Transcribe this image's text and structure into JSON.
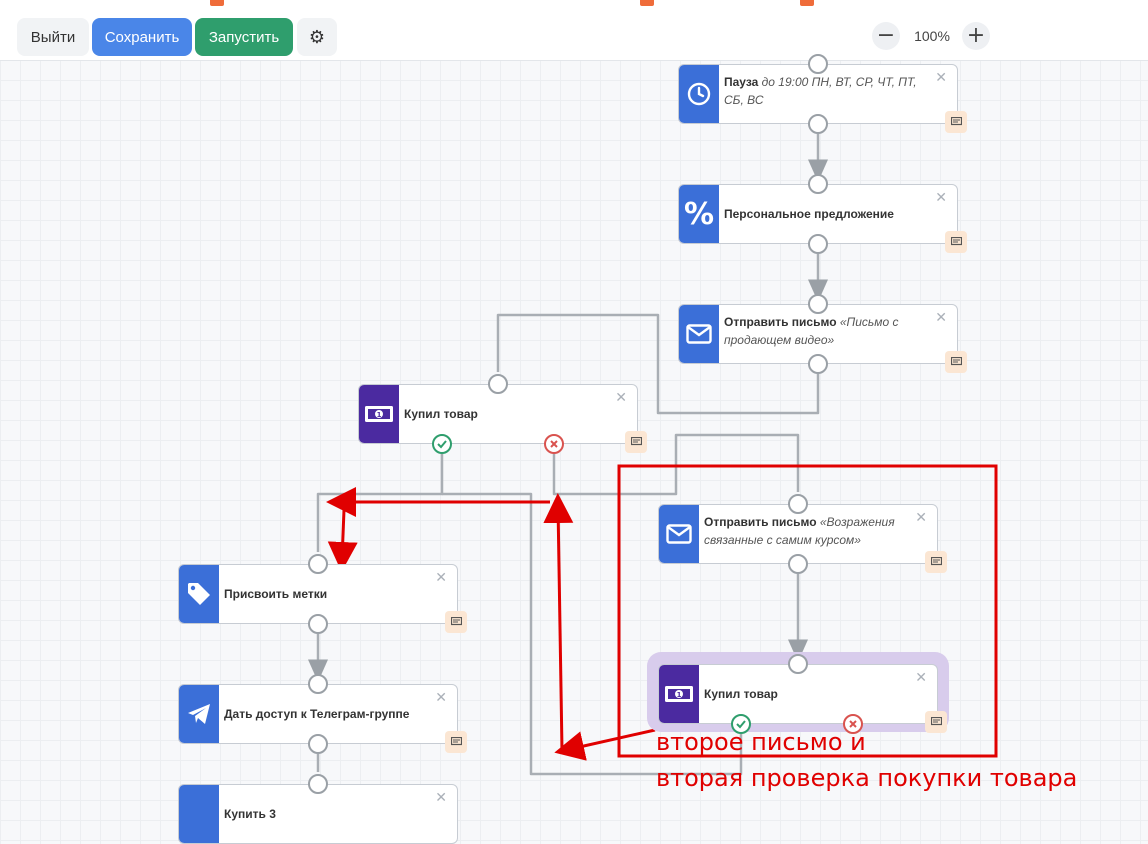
{
  "toolbar": {
    "exit_label": "Выйти",
    "save_label": "Сохранить",
    "run_label": "Запустить",
    "zoom_value": "100%",
    "zoom_minus": "−",
    "zoom_plus": "+"
  },
  "nodes": {
    "pause": {
      "title": "Пауза",
      "detail": "до 19:00 ПН, ВТ, СР, ЧТ, ПТ, СБ, ВС"
    },
    "offer": {
      "title": "Персональное предложение"
    },
    "email1": {
      "title": "Отправить письмо",
      "detail": "«Письмо с продающем видео»"
    },
    "bought1": {
      "title": "Купил товар"
    },
    "email2": {
      "title": "Отправить письмо",
      "detail": "«Возражения связанные с самим курсом»"
    },
    "bought2": {
      "title": "Купил товар"
    },
    "tags": {
      "title": "Присвоить метки"
    },
    "telegram": {
      "title": "Дать доступ к Телеграм-группе"
    },
    "next": {
      "title": "Купить 3"
    }
  },
  "annotation": {
    "line1": "второе письмо и",
    "line2": "вторая проверка покупки товара"
  },
  "colors": {
    "primary": "#4a86e8",
    "success": "#2f9e6d",
    "icon_blue": "#3b6fd8",
    "icon_purple": "#4b2aa0",
    "annotation_red": "#e00000"
  }
}
